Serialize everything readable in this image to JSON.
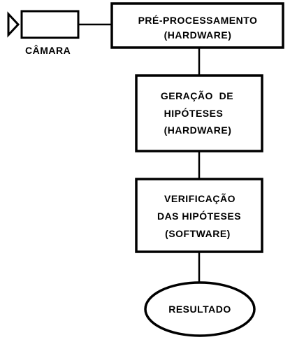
{
  "diagram": {
    "camera": {
      "label": "CÂMARA",
      "icon": "camera-icon"
    },
    "preprocessing": {
      "line1": "PRÉ-PROCESSAMENTO",
      "line2": "(HARDWARE)"
    },
    "hypothesis_generation": {
      "line1": "GERAÇÃO  DE",
      "line2": "HIPÓTESES",
      "line3": "(HARDWARE)"
    },
    "hypothesis_verification": {
      "line1": "VERIFICAÇÃO",
      "line2": "DAS HIPÓTESES",
      "line3": "(SOFTWARE)"
    },
    "result": {
      "label": "RESULTADO"
    }
  }
}
